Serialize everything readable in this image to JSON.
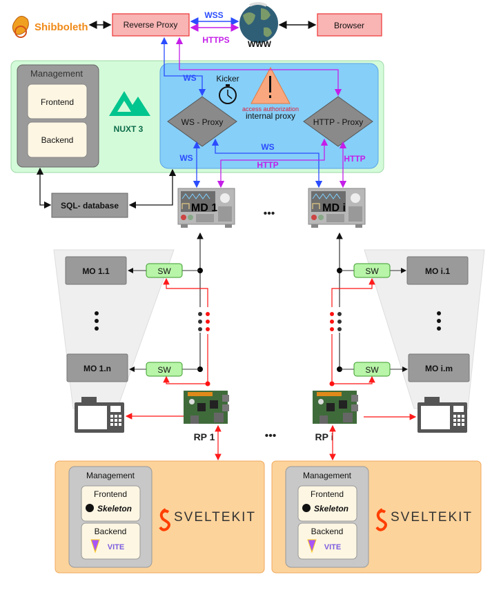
{
  "top": {
    "shibboleth": "Shibboleth",
    "reverse_proxy": "Reverse Proxy",
    "wss": "WSS",
    "https": "HTTPS",
    "www": "WWW",
    "browser": "Browser"
  },
  "server": {
    "management": "Management",
    "frontend": "Frontend",
    "backend": "Backend",
    "nuxt": "NUXT 3",
    "ws_in": "WS",
    "kicker": "Kicker",
    "access_authorization": "access authorization",
    "internal_proxy": "internal proxy",
    "ws_proxy": "WS - Proxy",
    "http_proxy": "HTTP - Proxy",
    "ws_left": "WS",
    "ws_mid": "WS",
    "http_mid": "HTTP",
    "http_right": "HTTP",
    "sql": "SQL- database"
  },
  "devices": {
    "md1": "MD 1",
    "mdi": "MD i",
    "ellipsis": "•••",
    "mo11": "MO 1.1",
    "mo1n": "MO 1.n",
    "moi1": "MO i.1",
    "moim": "MO i.m",
    "sw": "SW",
    "rp1": "RP 1",
    "rpi": "RP i"
  },
  "clients": [
    {
      "management": "Management",
      "frontend": "Frontend",
      "skeleton": "Skeleton",
      "backend": "Backend",
      "vite": "VITE",
      "sveltekit": "SVELTEKIT"
    },
    {
      "management": "Management",
      "frontend": "Frontend",
      "skeleton": "Skeleton",
      "backend": "Backend",
      "vite": "VITE",
      "sveltekit": "SVELTEKIT"
    }
  ],
  "colors": {
    "ws": "#2b4cff",
    "http": "#c41ee8",
    "control": "#ff1a1a",
    "nuxt": "#00c58e",
    "svelte": "#ff3e00"
  }
}
